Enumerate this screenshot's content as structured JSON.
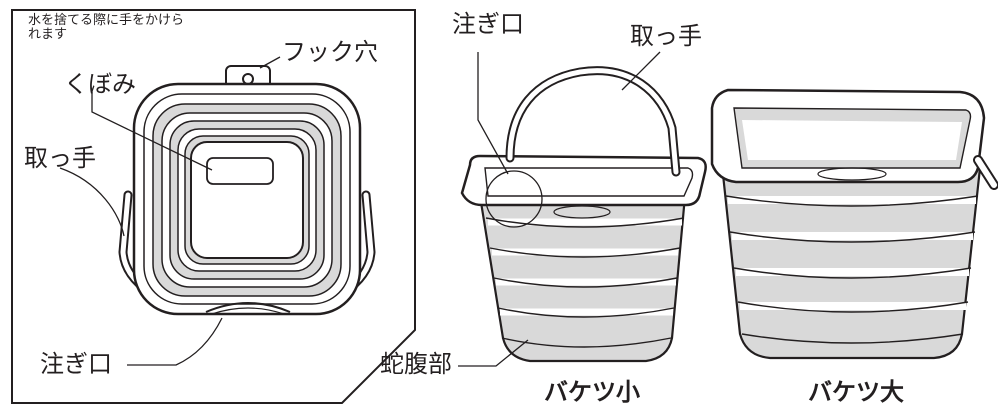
{
  "top_view": {
    "note": "水を捨てる際に手をかけられます",
    "hook_hole_label": "フック穴",
    "recess_label": "くぼみ",
    "handle_label": "取っ手",
    "spout_label": "注ぎ口"
  },
  "small_bucket": {
    "spout_label": "注ぎ口",
    "handle_label": "取っ手",
    "bellows_label": "蛇腹部",
    "caption": "バケツ小"
  },
  "large_bucket": {
    "caption": "バケツ大"
  },
  "colors": {
    "line": "#231f20",
    "shade": "#d9d9d9",
    "background": "#ffffff"
  }
}
